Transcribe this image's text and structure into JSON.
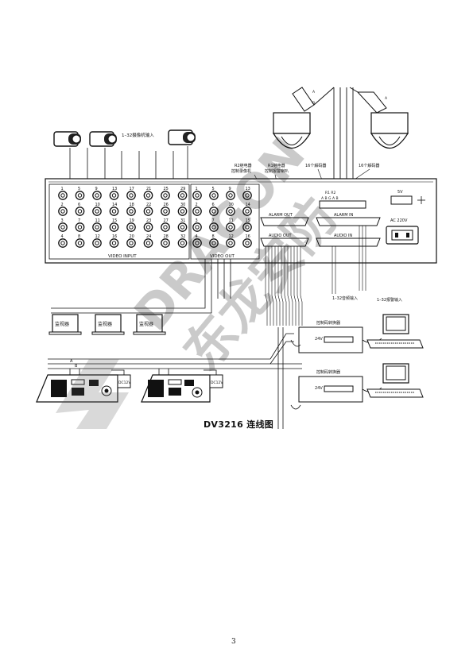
{
  "labels": {
    "camera_input": "1–32摄像机输入",
    "r2_relay": [
      "R2继电器",
      "控制录像机"
    ],
    "r1_relay": [
      "R1继电器",
      "控制报警喇叭"
    ],
    "decoder_left": "16个解码器",
    "decoder_right": "16个解码器",
    "alarm_out": "ALARM OUT",
    "alarm_in": "ALARM IN",
    "audio_out": "AUDIO OUT",
    "audio_in": "AUDIO IN",
    "video_input": "VIDEO INPUT",
    "video_out": "VIDEO OUT",
    "power_5v": "5V",
    "power_ac": "AC 220V",
    "relay_pins": "R1    R2",
    "relay_pin_letters": "A B G A B",
    "audio_input": "1–32音频输入",
    "alarm_input": "1–32报警输入",
    "monitors": [
      "监视器",
      "监视器",
      "监视器"
    ],
    "converter_top": "控制码转换器",
    "converter_bottom": "控制码转换器",
    "converter_power": "24V",
    "psu": "DC12V",
    "bus_a": "A",
    "bus_b": "B",
    "dome_ab": [
      "A",
      "B"
    ],
    "caption": "DV3216 连线图",
    "page_number": "3",
    "watermark_brand": "DRAGON",
    "watermark_cn": "东龙安防"
  },
  "video_input_numbers": [
    [
      "1",
      "5",
      "9",
      "13",
      "17",
      "21",
      "25",
      "29"
    ],
    [
      "2",
      "6",
      "10",
      "14",
      "18",
      "22",
      "26",
      "30"
    ],
    [
      "3",
      "7",
      "11",
      "15",
      "19",
      "23",
      "27",
      "31"
    ],
    [
      "4",
      "8",
      "12",
      "16",
      "20",
      "24",
      "28",
      "32"
    ]
  ],
  "video_out_numbers": [
    [
      "1",
      "5",
      "9",
      "13"
    ],
    [
      "2",
      "6",
      "10",
      "14"
    ],
    [
      "3",
      "7",
      "11",
      "15"
    ],
    [
      "4",
      "8",
      "12",
      "16"
    ]
  ]
}
